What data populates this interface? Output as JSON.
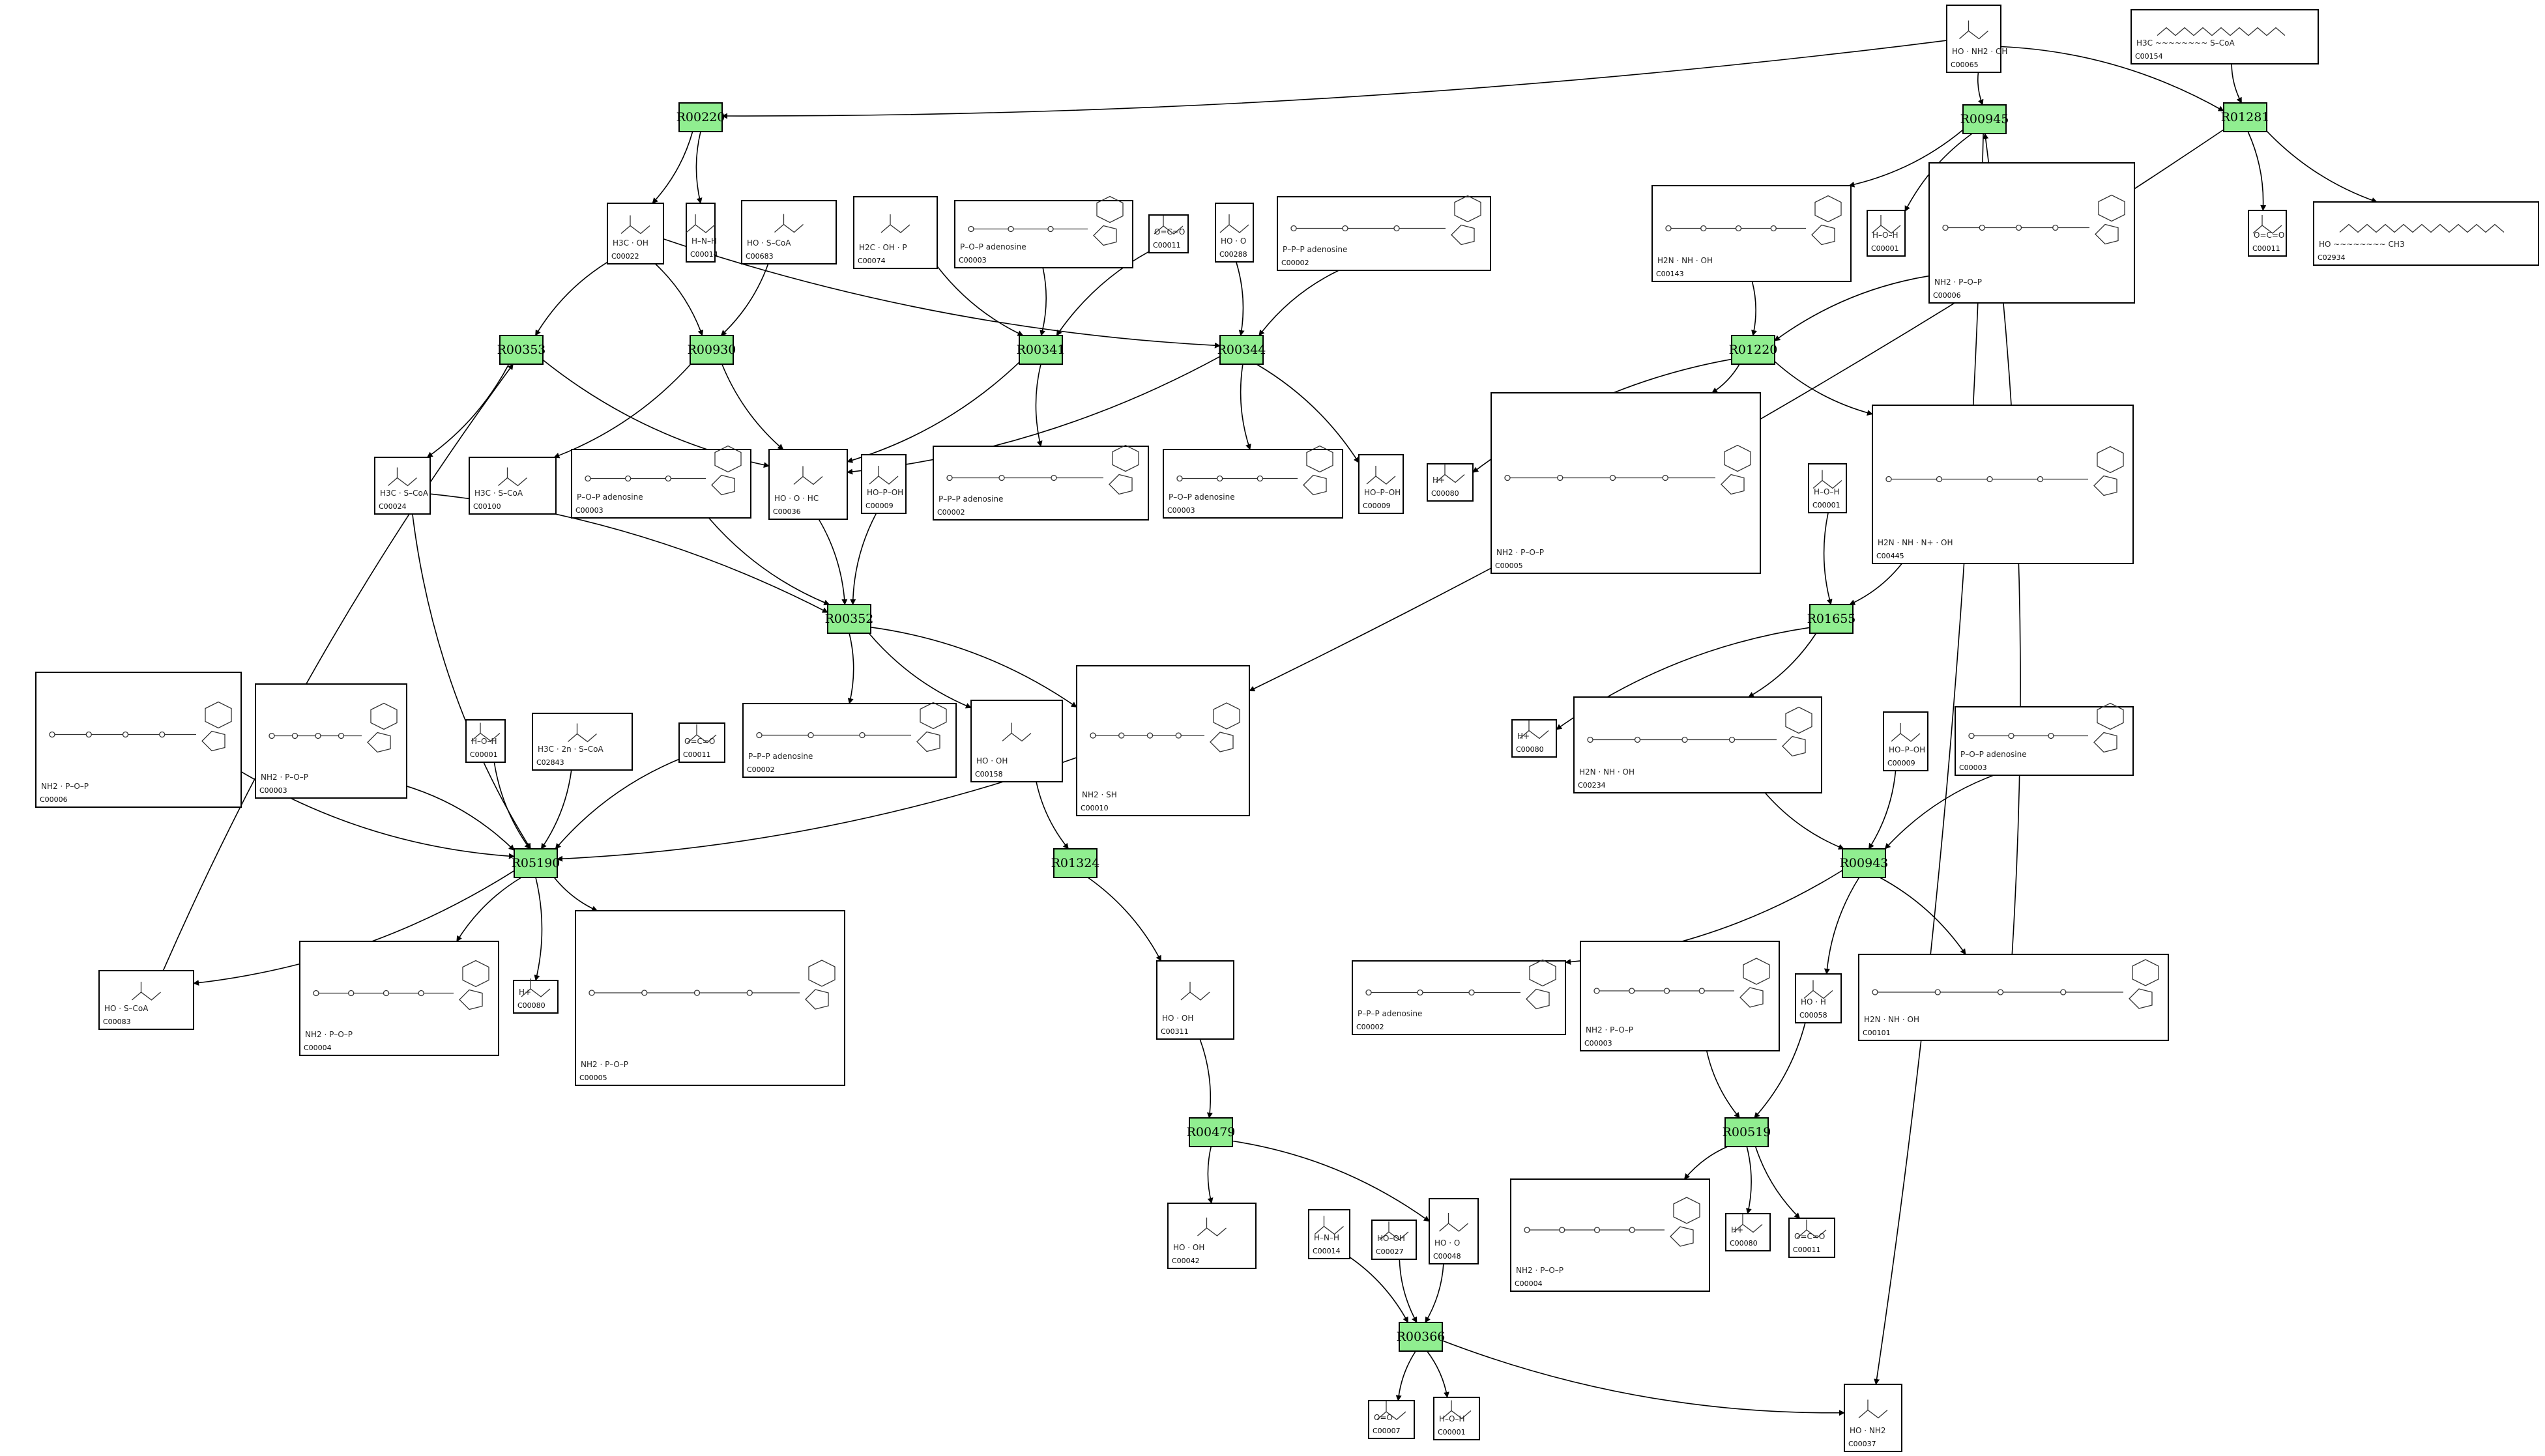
{
  "reactions": [
    {
      "id": "R00220",
      "label": "R00220"
    },
    {
      "id": "R00945",
      "label": "R00945"
    },
    {
      "id": "R01281",
      "label": "R01281"
    },
    {
      "id": "R00353",
      "label": "R00353"
    },
    {
      "id": "R00930",
      "label": "R00930"
    },
    {
      "id": "R00341",
      "label": "R00341"
    },
    {
      "id": "R00344",
      "label": "R00344"
    },
    {
      "id": "R01220",
      "label": "R01220"
    },
    {
      "id": "R00352",
      "label": "R00352"
    },
    {
      "id": "R01655",
      "label": "R01655"
    },
    {
      "id": "R05190",
      "label": "R05190"
    },
    {
      "id": "R01324",
      "label": "R01324"
    },
    {
      "id": "R00943",
      "label": "R00943"
    },
    {
      "id": "R00479",
      "label": "R00479"
    },
    {
      "id": "R00519",
      "label": "R00519"
    },
    {
      "id": "R00366",
      "label": "R00366"
    }
  ],
  "compounds": [
    {
      "id": "c00065a",
      "code": "C00065",
      "text": "HO · NH2 · OH"
    },
    {
      "id": "c00154",
      "code": "C00154",
      "text": "H3C ~~~~~~~~ S–CoA"
    },
    {
      "id": "c00022",
      "code": "C00022",
      "text": "H3C · OH"
    },
    {
      "id": "c00014a",
      "code": "C00014",
      "text": "H–N–H"
    },
    {
      "id": "c00683",
      "code": "C00683",
      "text": "HO · S–CoA"
    },
    {
      "id": "c00074",
      "code": "C00074",
      "text": "H2C · OH · P"
    },
    {
      "id": "c00003a",
      "code": "C00003",
      "text": "P–O–P adenosine"
    },
    {
      "id": "c00011a",
      "code": "C00011",
      "text": "O=C=O"
    },
    {
      "id": "c00288",
      "code": "C00288",
      "text": "HO · O"
    },
    {
      "id": "c00002a",
      "code": "C00002",
      "text": "P–P–P adenosine"
    },
    {
      "id": "c00143",
      "code": "C00143",
      "text": "H2N · NH · OH"
    },
    {
      "id": "c00001a",
      "code": "C00001",
      "text": "H–O–H"
    },
    {
      "id": "c00006a",
      "code": "C00006",
      "text": "NH2 · P–O–P"
    },
    {
      "id": "c00011b",
      "code": "C00011",
      "text": "O=C=O"
    },
    {
      "id": "c02934",
      "code": "C02934",
      "text": "HO ~~~~~~~~ CH3"
    },
    {
      "id": "c00024a",
      "code": "C00024",
      "text": "H3C · S–CoA"
    },
    {
      "id": "c00100",
      "code": "C00100",
      "text": "H3C · S–CoA"
    },
    {
      "id": "c00003b",
      "code": "C00003",
      "text": "P–O–P adenosine"
    },
    {
      "id": "c00036",
      "code": "C00036",
      "text": "HO · O · HC"
    },
    {
      "id": "c00009a",
      "code": "C00009",
      "text": "HO–P–OH"
    },
    {
      "id": "c00002b",
      "code": "C00002",
      "text": "P–P–P adenosine"
    },
    {
      "id": "c00003c",
      "code": "C00003",
      "text": "P–O–P adenosine"
    },
    {
      "id": "c00009b",
      "code": "C00009",
      "text": "HO–P–OH"
    },
    {
      "id": "c00080a",
      "code": "C00080",
      "text": "H+"
    },
    {
      "id": "c00005a",
      "code": "C00005",
      "text": "NH2 · P–O–P"
    },
    {
      "id": "c00001b",
      "code": "C00001",
      "text": "H–O–H"
    },
    {
      "id": "c00445",
      "code": "C00445",
      "text": "H2N · NH · N+ · OH"
    },
    {
      "id": "c00006b",
      "code": "C00006",
      "text": "NH2 · P–O–P"
    },
    {
      "id": "c00003d",
      "code": "C00003",
      "text": "NH2 · P–O–P"
    },
    {
      "id": "c00001c",
      "code": "C00001",
      "text": "H–O–H"
    },
    {
      "id": "c02843",
      "code": "C02843",
      "text": "H3C · 2n · S–CoA"
    },
    {
      "id": "c00011c",
      "code": "C00011",
      "text": "O=C=O"
    },
    {
      "id": "c00002c",
      "code": "C00002",
      "text": "P–P–P adenosine"
    },
    {
      "id": "c00158",
      "code": "C00158",
      "text": "HO · OH"
    },
    {
      "id": "c00010",
      "code": "C00010",
      "text": "NH2 · SH"
    },
    {
      "id": "c00080b",
      "code": "C00080",
      "text": "H+"
    },
    {
      "id": "c00234",
      "code": "C00234",
      "text": "H2N · NH · OH"
    },
    {
      "id": "c00009c",
      "code": "C00009",
      "text": "HO–P–OH"
    },
    {
      "id": "c00003e",
      "code": "C00003",
      "text": "P–O–P adenosine"
    },
    {
      "id": "c00083",
      "code": "C00083",
      "text": "HO · S–CoA"
    },
    {
      "id": "c00004a",
      "code": "C00004",
      "text": "NH2 · P–O–P"
    },
    {
      "id": "c00080c",
      "code": "C00080",
      "text": "H+"
    },
    {
      "id": "c00005b",
      "code": "C00005",
      "text": "NH2 · P–O–P"
    },
    {
      "id": "c00311",
      "code": "C00311",
      "text": "HO · OH"
    },
    {
      "id": "c00002d",
      "code": "C00002",
      "text": "P–P–P adenosine"
    },
    {
      "id": "c00003f",
      "code": "C00003",
      "text": "NH2 · P–O–P"
    },
    {
      "id": "c00058",
      "code": "C00058",
      "text": "HO · H"
    },
    {
      "id": "c00101",
      "code": "C00101",
      "text": "H2N · NH · OH"
    },
    {
      "id": "c00042",
      "code": "C00042",
      "text": "HO · OH"
    },
    {
      "id": "c00014b",
      "code": "C00014",
      "text": "H–N–H"
    },
    {
      "id": "c00027",
      "code": "C00027",
      "text": "HO–OH"
    },
    {
      "id": "c00048",
      "code": "C00048",
      "text": "HO · O"
    },
    {
      "id": "c00004b",
      "code": "C00004",
      "text": "NH2 · P–O–P"
    },
    {
      "id": "c00080d",
      "code": "C00080",
      "text": "H+"
    },
    {
      "id": "c00011d",
      "code": "C00011",
      "text": "O=C=O"
    },
    {
      "id": "c00007",
      "code": "C00007",
      "text": "O=O"
    },
    {
      "id": "c00001d",
      "code": "C00001",
      "text": "H–O–H"
    },
    {
      "id": "c00037",
      "code": "C00037",
      "text": "HO · NH2"
    }
  ]
}
